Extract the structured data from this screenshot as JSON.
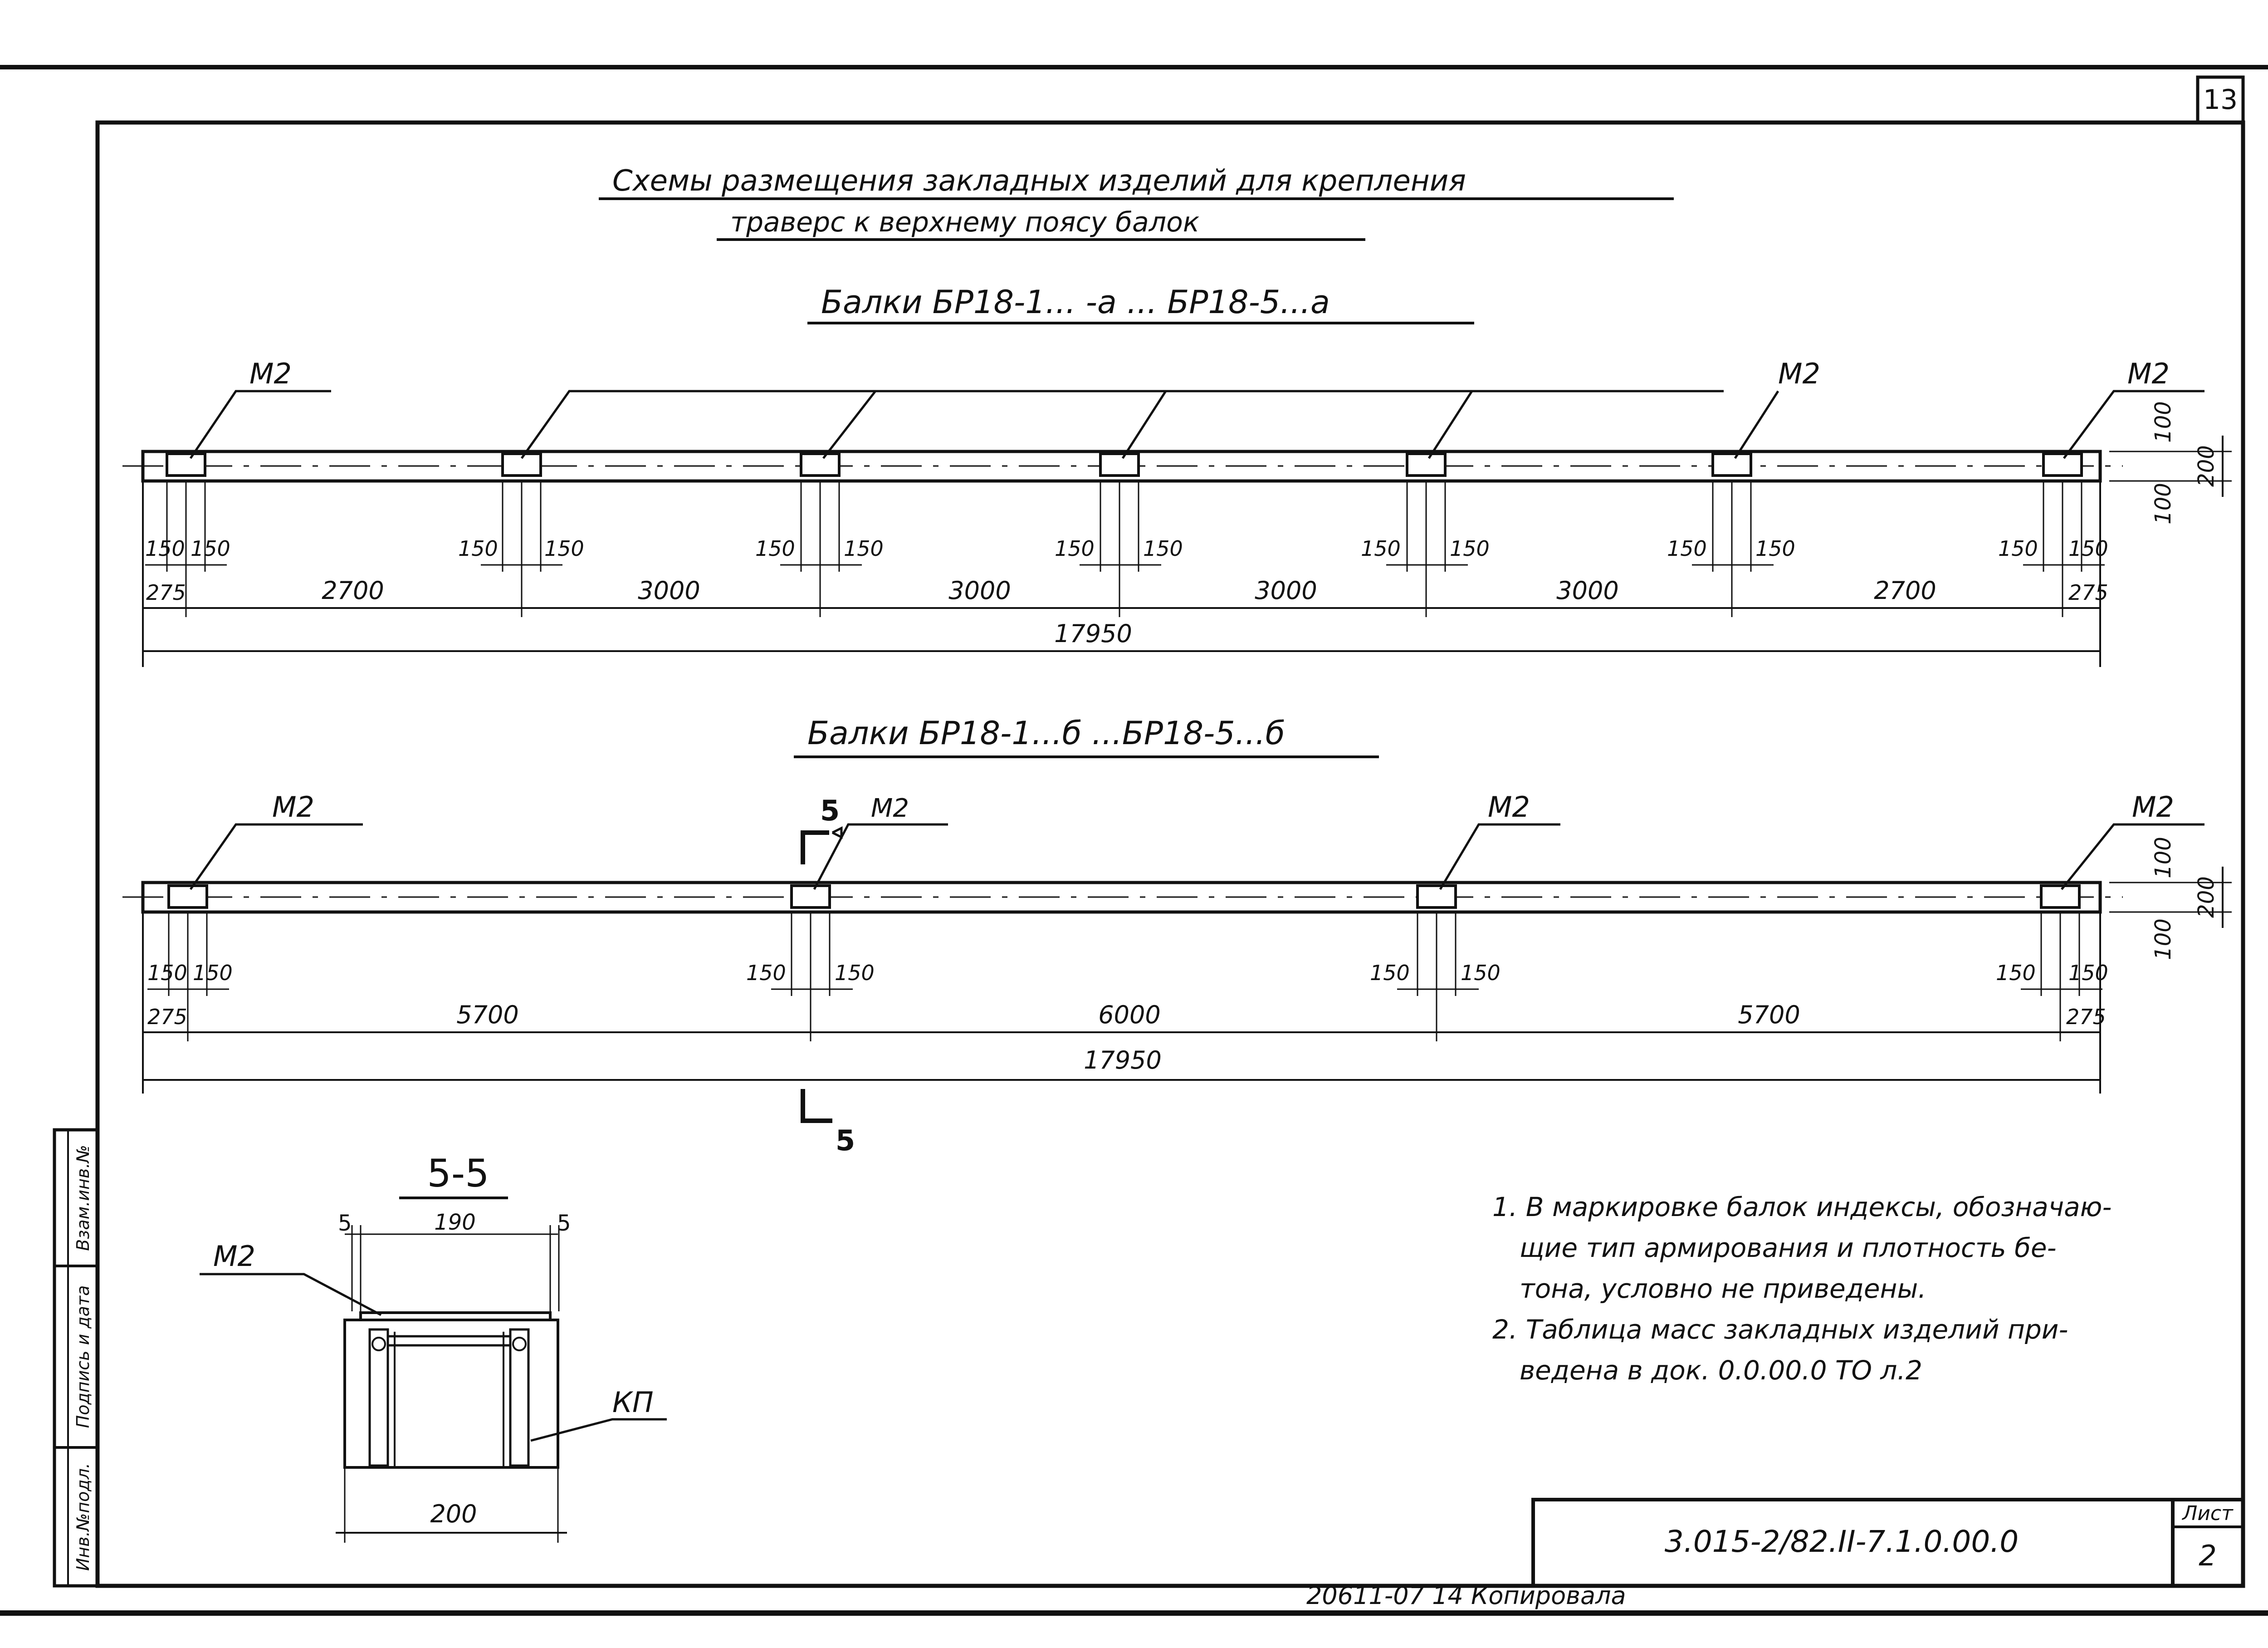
{
  "sheet_number": "13",
  "title": {
    "line1": "Схемы размещения закладных изделий для крепления",
    "line2": "траверс к верхнему поясу балок"
  },
  "beam_a": {
    "heading": "Балки БР18-1... -а ... БР18-5...а",
    "mark_label": "М2",
    "half_depth": "100",
    "depth": "200",
    "plate_offset": "150",
    "end_dims": [
      "275",
      "275"
    ],
    "spans": [
      "2700",
      "3000",
      "3000",
      "3000",
      "3000",
      "2700"
    ],
    "total": "17950"
  },
  "beam_b": {
    "heading": "Балки БР18-1...б ...БР18-5...б",
    "mark_label": "М2",
    "section_label": "5",
    "half_depth": "100",
    "depth": "200",
    "plate_offset": "150",
    "end_dims": [
      "275",
      "275"
    ],
    "spans": [
      "5700",
      "6000",
      "5700"
    ],
    "total": "17950"
  },
  "section": {
    "title": "5-5",
    "mark_label": "М2",
    "frame_label": "КП",
    "gap": "5",
    "inner_width": "190",
    "width": "200"
  },
  "notes": [
    "1. В маркировке балок индексы, обозначаю-",
    "щие тип армирования и плотность бе-",
    "тона, условно не приведены.",
    "2. Таблица масс закладных изделий при-",
    "ведена в док. 0.0.00.0 ТО л.2"
  ],
  "stamp": {
    "designation": "3.015-2/82.II-7.1.0.00.0",
    "sheet_label": "Лист",
    "sheet_value": "2"
  },
  "side_stamp": [
    "Инв.№подл.",
    "Подпись и дата",
    "Взам.инв.№"
  ],
  "footer": "20611-07 14 Копировала"
}
